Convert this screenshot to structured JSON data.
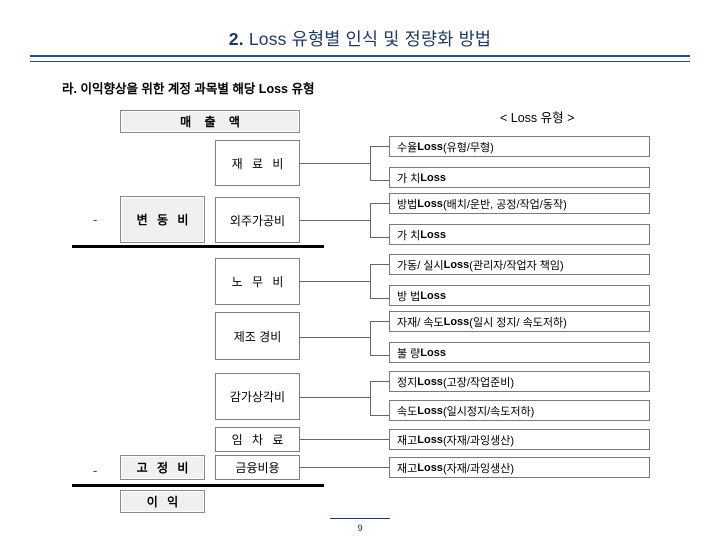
{
  "slide": {
    "title_number": "2.",
    "title_rest": " Loss 유형별 인식 및 정량화 방법",
    "section_heading": "라. 이익향상을 위한 계정 과목별 해당 Loss 유형",
    "loss_caption": "< Loss 유형 >",
    "page_number": "9",
    "accent_color": "#1f3864",
    "rule_color": "#2e4a7d"
  },
  "left_column": {
    "revenue": {
      "label": "매 출 액"
    },
    "variable_cost": {
      "label": "변 동 비",
      "minus": "-"
    },
    "fixed_cost": {
      "label": "고 정 비",
      "minus": "-"
    },
    "profit": {
      "label": "이    익"
    },
    "accounts": [
      {
        "label": "재 료 비"
      },
      {
        "label": "외주가공비"
      },
      {
        "label": "노 무 비"
      },
      {
        "label": "제조 경비"
      },
      {
        "label": "감가상각비"
      },
      {
        "label": "임 차 료"
      },
      {
        "label": "금융비용"
      }
    ]
  },
  "loss_types": [
    {
      "head": "수율 ",
      "bold": "Loss",
      "tail": " (유형/무형)"
    },
    {
      "head": "가 치  ",
      "bold": "Loss",
      "tail": ""
    },
    {
      "head": "방법 ",
      "bold": "Loss",
      "tail": " (배치/운반, 공정/작업/동작)"
    },
    {
      "head": "가 치 ",
      "bold": "Loss",
      "tail": ""
    },
    {
      "head": "가동/ 실시 ",
      "bold": "Loss",
      "tail": " (관리자/작업자 책임)"
    },
    {
      "head": "방 법  ",
      "bold": "Loss",
      "tail": ""
    },
    {
      "head": "자재/ 속도 ",
      "bold": "Loss",
      "tail": " (일시 정지/ 속도저하)"
    },
    {
      "head": "불 량 ",
      "bold": "Loss",
      "tail": ""
    },
    {
      "head": "정지 ",
      "bold": "Loss",
      "tail": " (고장/작업준비)"
    },
    {
      "head": "속도 ",
      "bold": "Loss",
      "tail": " (일시정지/속도저하)"
    },
    {
      "head": "재고 ",
      "bold": "Loss",
      "tail": " (자재/과잉생산)"
    },
    {
      "head": "재고 ",
      "bold": "Loss",
      "tail": "(자재/과잉생산)"
    }
  ]
}
